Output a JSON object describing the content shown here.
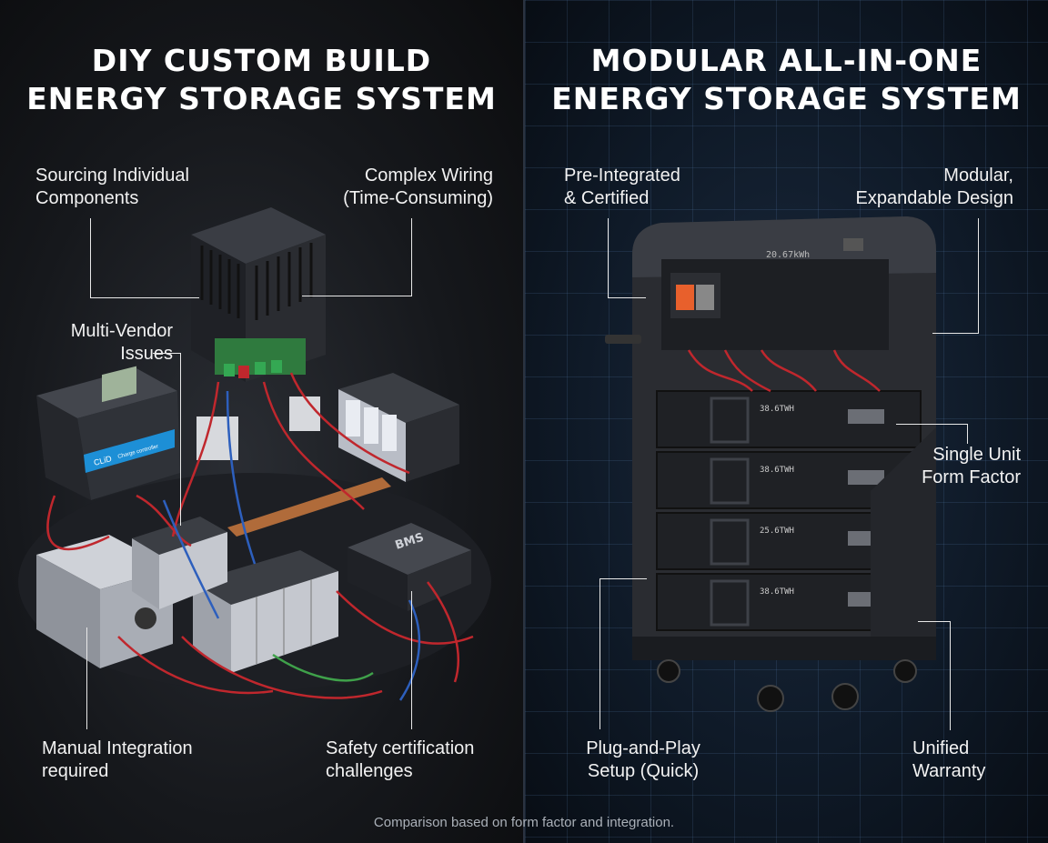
{
  "left": {
    "title_line1": "DIY CUSTOM BUILD",
    "title_line2": "ENERGY STORAGE SYSTEM",
    "labels": {
      "sourcing": [
        "Sourcing Individual",
        "Components"
      ],
      "complex_wiring": [
        "Complex Wiring",
        "(Time-Consuming)"
      ],
      "multi_vendor": [
        "Multi-Vendor",
        "Issues"
      ],
      "manual_integration": [
        "Manual Integration",
        "required"
      ],
      "safety_cert": [
        "Safety certification",
        "challenges"
      ]
    },
    "equipment_text": {
      "charge_controller_brand": "CLiD",
      "charge_controller_desc": "Charge controller",
      "bms_label": "BMS"
    }
  },
  "right": {
    "title_line1": "MODULAR ALL-IN-ONE",
    "title_line2": "ENERGY STORAGE SYSTEM",
    "labels": {
      "pre_integrated": [
        "Pre-Integrated",
        "& Certified"
      ],
      "modular": [
        "Modular,",
        "Expandable Design"
      ],
      "single_unit": [
        "Single Unit",
        "Form Factor"
      ],
      "plug_play": [
        "Plug-and-Play",
        "Setup (Quick)"
      ],
      "unified_warranty": [
        "Unified",
        "Warranty"
      ]
    },
    "equipment_text": {
      "top_capacity": "20.67kWh",
      "module_1": "38.6TWH",
      "module_2": "38.6TWH",
      "module_3": "25.6TWH",
      "module_4": "38.6TWH"
    }
  },
  "footnote": "Comparison based on form factor and integration.",
  "colors": {
    "left_bg": "#16181c",
    "right_bg": "#0f1a28",
    "wire_red": "#c0272d",
    "accent_orange": "#e8602c",
    "solar_blue": "#1d8fd6"
  }
}
